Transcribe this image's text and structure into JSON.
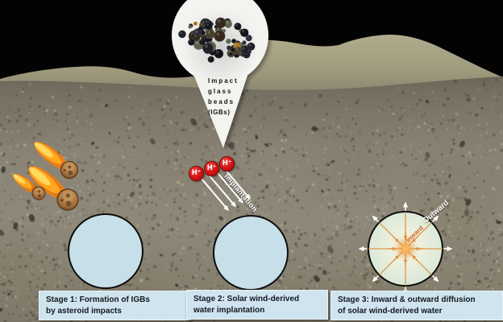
{
  "pin": {
    "label_lines": [
      "Impact",
      "glass",
      "beads",
      "(IGBs)"
    ],
    "fill": "#f3f3f0"
  },
  "beads": {
    "count": 80,
    "palette": [
      "#14141c",
      "#1f2029",
      "#2b2c37",
      "#34291c",
      "#453f2c",
      "#5d6350",
      "#a8751f",
      "#7d531b"
    ],
    "palette_weights": [
      0.26,
      0.48,
      0.62,
      0.74,
      0.84,
      0.92,
      0.97,
      1.0
    ]
  },
  "ions": {
    "items": [
      {
        "label": "H⁺"
      },
      {
        "label": "H⁺"
      },
      {
        "label": "H⁺"
      }
    ],
    "color": "#d21414"
  },
  "implantation": {
    "label": "Implantation",
    "arrow_count": 4,
    "arrow_color": "#ffffff"
  },
  "stage3_diffusion": {
    "inward_label": "Inward",
    "outward_label": "Outward",
    "spoke_color": "#dd9348",
    "inward_text_color": "#d96325",
    "outward_text_color": "#ffffff"
  },
  "stages": [
    {
      "line1": "Stage 1: Formation of IGBs",
      "line2": "by asteroid impacts"
    },
    {
      "line1": "Stage 2: Solar wind-derived",
      "line2": "water implantation"
    },
    {
      "line1": "Stage 3: Inward & outward diffusion",
      "line2": "of solar wind-derived water"
    }
  ],
  "stage1_icons": {
    "name": "flaming-asteroids",
    "count": 3
  },
  "colors": {
    "sky": "#030303",
    "hills": "#a29c7f",
    "ground": "#86816f",
    "label_box_bg": "#cfe4ef",
    "label_text": "#13181d",
    "stage_circle_fill": "#c7dfe9",
    "stage_circle_border": "#0b0b0b"
  }
}
